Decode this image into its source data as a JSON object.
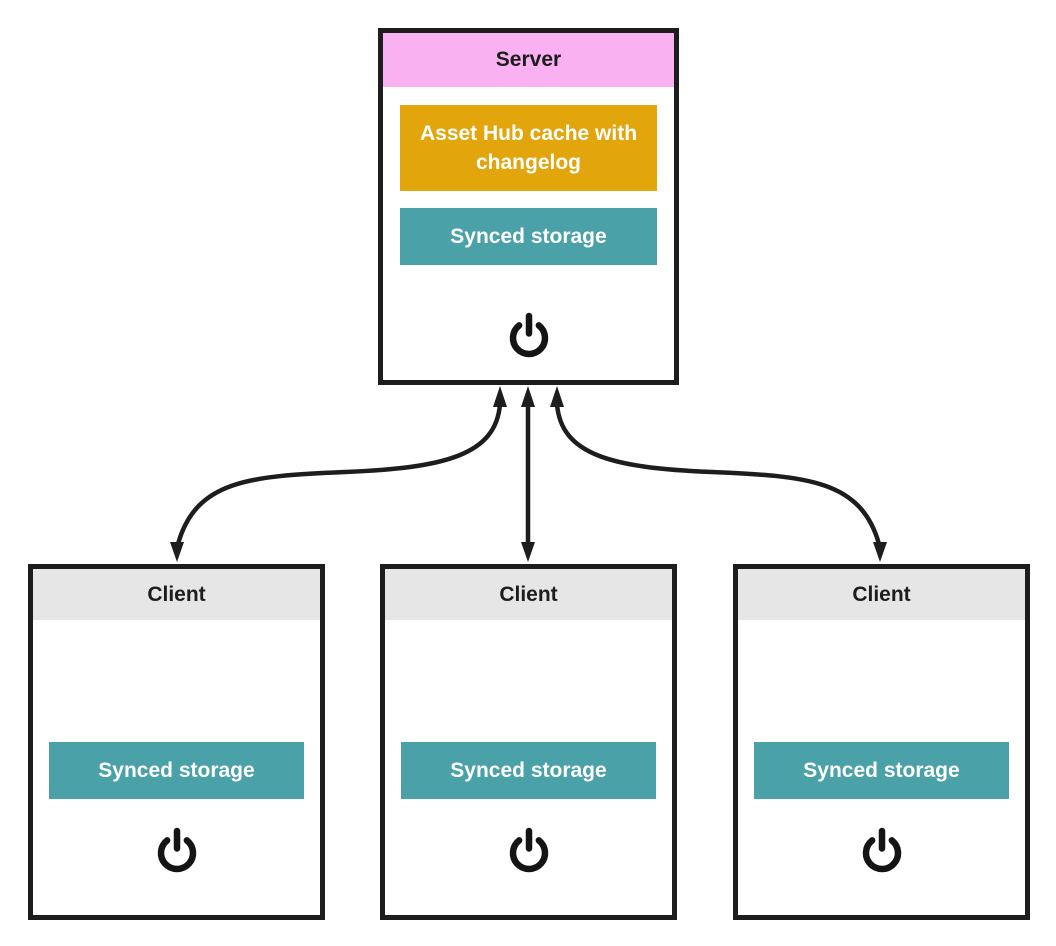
{
  "colors": {
    "server_header": "#f9b1f1",
    "client_header": "#e6e6e6",
    "asset_hub_cache": "#e2a50c",
    "synced_storage": "#4ba1a8",
    "border": "#1d1d1d",
    "arrow": "#1d1d1d",
    "icon": "#141414",
    "component_text": "#ffffff"
  },
  "server": {
    "title": "Server",
    "components": [
      {
        "label": "Asset Hub cache with changelog"
      },
      {
        "label": "Synced storage"
      }
    ],
    "icon": "power-icon"
  },
  "clients": [
    {
      "title": "Client",
      "storage_label": "Synced storage",
      "icon": "power-icon"
    },
    {
      "title": "Client",
      "storage_label": "Synced storage",
      "icon": "power-icon"
    },
    {
      "title": "Client",
      "storage_label": "Synced storage",
      "icon": "power-icon"
    }
  ]
}
